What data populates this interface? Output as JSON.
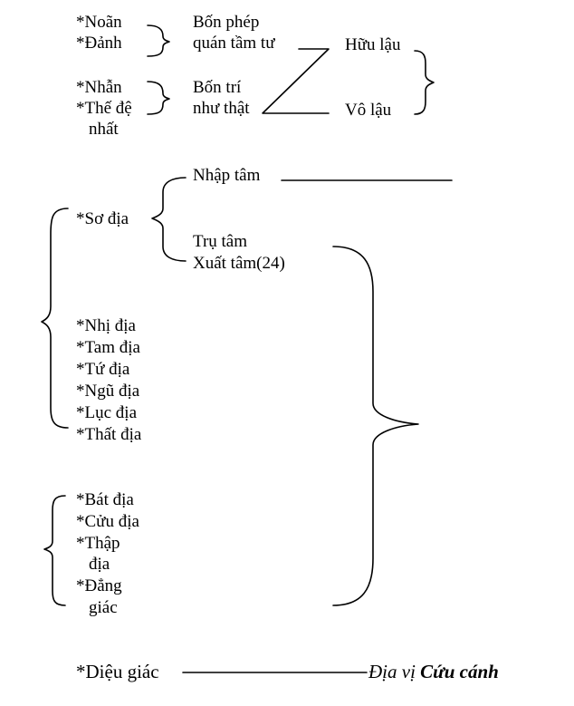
{
  "top": {
    "group_a": [
      "*Noãn",
      "*Đảnh"
    ],
    "group_b": [
      "*Nhẫn",
      "*Thế đệ",
      "nhất"
    ],
    "method_a": [
      "Bốn phép",
      "quán tầm tư"
    ],
    "method_b": [
      "Bốn trí",
      "như thật"
    ],
    "result_a": "Hữu lậu",
    "result_b": "Vô lậu"
  },
  "middle": {
    "so_dia": "*Sơ địa",
    "nhap_tam": "Nhập tâm",
    "tru_tam": "Trụ tâm",
    "xuat_tam": "Xuất tâm(24)",
    "levels": [
      "*Nhị địa",
      "*Tam địa",
      "*Tứ địa",
      "*Ngũ địa",
      "*Lục địa",
      "*Thất địa"
    ]
  },
  "lower": {
    "bat_dia": "*Bát địa",
    "cuu_dia": "*Cửu địa",
    "thap_dia": [
      "*Thập",
      "địa"
    ],
    "dang_giac": [
      "*Đẳng",
      "giác"
    ]
  },
  "bottom": {
    "dieu_giac": "*Diệu giác",
    "dia_vi": "Địa vị",
    "cuu_canh": "Cứu cánh"
  },
  "colors": {
    "ink": "#000000",
    "background": "#ffffff"
  }
}
